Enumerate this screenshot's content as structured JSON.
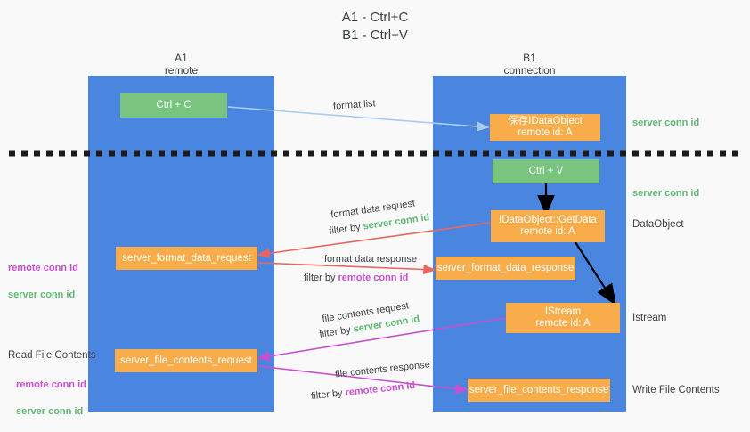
{
  "title": "A1 - Ctrl+C\nB1 - Ctrl+V",
  "columns": [
    {
      "name": "a1",
      "header": "A1\nremote"
    },
    {
      "name": "b1",
      "header": "B1\nconnection"
    }
  ],
  "nodes": {
    "ctrl_c": "Ctrl + C",
    "ctrl_v": "Ctrl + V",
    "save_idataobject": "保存IDataObject\nremote id: A",
    "idataobject_getdata": "IDataObject::GetData\nremote id: A",
    "istream": "IStream\nremote id: A",
    "server_format_data_request": "server_format_data_request",
    "server_format_data_response": "server_format_data_response",
    "server_file_contents_request": "server_file_contents_request",
    "server_file_contents_response": "server_file_contents_response"
  },
  "edges": {
    "format_list": "format list",
    "format_data_request": "format data request",
    "format_data_request_filter_prefix": "filter by ",
    "format_data_request_filter_key": "server conn id",
    "format_data_response": "format data response",
    "format_data_response_filter_prefix": "filter by ",
    "format_data_response_filter_key": "remote conn id",
    "file_contents_request": "file contents request",
    "file_contents_request_filter_prefix": "filter by ",
    "file_contents_request_filter_key": "server conn id",
    "file_contents_response": "file contents response",
    "file_contents_response_filter_prefix": "filter by ",
    "file_contents_response_filter_key": "remote conn id"
  },
  "side_labels": {
    "server_conn_id_top": "server conn id",
    "server_conn_id_mid": "server conn id",
    "dataobject": "DataObject",
    "istream": "Istream",
    "write_file_contents": "Write File Contents",
    "read_file_contents": "Read File Contents",
    "left_conn_ids_1": "remote conn id\nserver conn id",
    "left_conn_ids_2": "remote conn id\nserver conn id"
  },
  "colors": {
    "column_blue": "#4a86e0",
    "node_orange": "#f9ad4a",
    "node_green": "#79c47e",
    "conn_green": "#5fb873",
    "conn_purple": "#c94fd0",
    "edge_blue": "#a9cdf0",
    "edge_red": "#e8665f",
    "edge_purple": "#c94fd0",
    "edge_black": "#000000",
    "background": "#f9f9f9"
  }
}
